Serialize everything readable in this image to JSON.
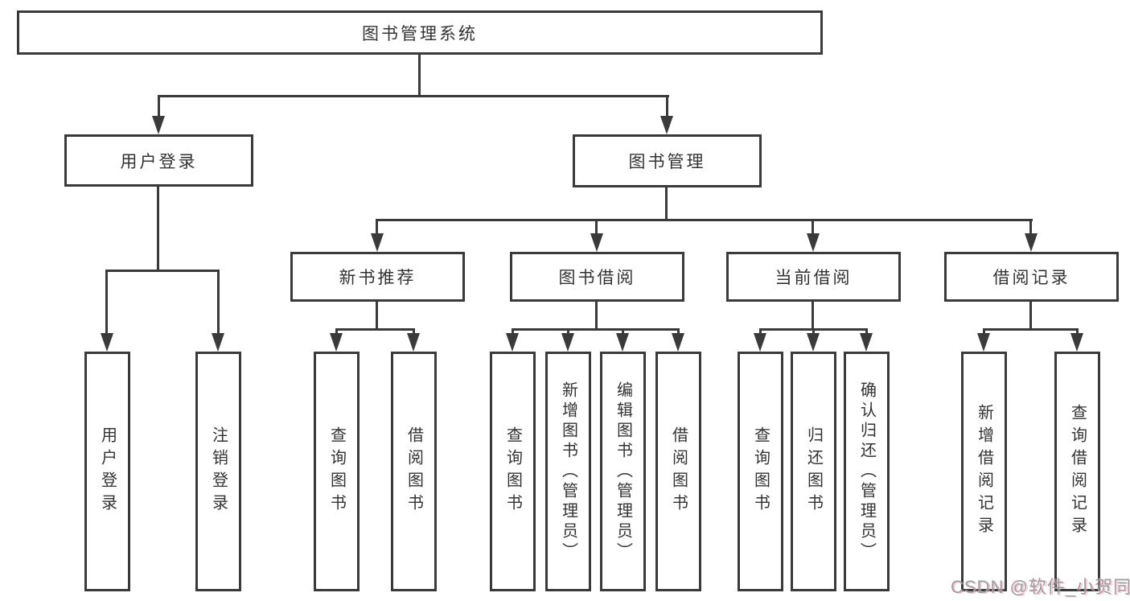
{
  "diagram": {
    "type": "hierarchy-tree",
    "title": "图书管理系统"
  },
  "colors": {
    "line": "#3a3a3a",
    "text": "#333333",
    "background": "#ffffff",
    "watermark": "#9e9e9e"
  },
  "nodes": {
    "root": {
      "label": "图书管理系统"
    },
    "level2": [
      {
        "label": "用户登录"
      },
      {
        "label": "图书管理"
      }
    ],
    "level3": [
      {
        "label": "新书推荐"
      },
      {
        "label": "图书借阅"
      },
      {
        "label": "当前借阅"
      },
      {
        "label": "借阅记录"
      }
    ],
    "leaves": [
      {
        "label": "用户登录",
        "parent": "用户登录"
      },
      {
        "label": "注销登录",
        "parent": "用户登录"
      },
      {
        "label": "查询图书",
        "parent": "新书推荐"
      },
      {
        "label": "借阅图书",
        "parent": "新书推荐"
      },
      {
        "label": "查询图书",
        "parent": "图书借阅"
      },
      {
        "label": "新增图书（管理员）",
        "parent": "图书借阅"
      },
      {
        "label": "编辑图书（管理员）",
        "parent": "图书借阅"
      },
      {
        "label": "借阅图书",
        "parent": "图书借阅"
      },
      {
        "label": "查询图书",
        "parent": "当前借阅"
      },
      {
        "label": "归还图书",
        "parent": "当前借阅"
      },
      {
        "label": "确认归还（管理员）",
        "parent": "当前借阅"
      },
      {
        "label": "新增借阅记录",
        "parent": "借阅记录"
      },
      {
        "label": "查询借阅记录",
        "parent": "借阅记录"
      }
    ]
  },
  "watermark": {
    "text": "CSDN @软件_小贺同学"
  }
}
